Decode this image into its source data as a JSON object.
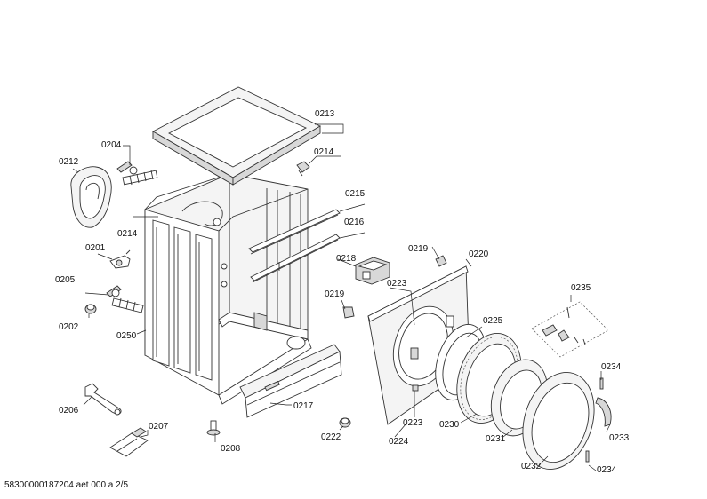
{
  "diagram": {
    "labels": {
      "l0213": "0213",
      "l0204": "0204",
      "l0212": "0212",
      "l0214a": "0214",
      "l0214b": "0214",
      "l0215": "0215",
      "l0216": "0216",
      "l0201": "0201",
      "l0219a": "0219",
      "l0220": "0220",
      "l0218": "0218",
      "l0205": "0205",
      "l0223a": "0223",
      "l0235": "0235",
      "l0219b": "0219",
      "l0225": "0225",
      "l0202": "0202",
      "l0250": "0250",
      "l0234a": "0234",
      "l0206": "0206",
      "l0217": "0217",
      "l0223b": "0223",
      "l0230": "0230",
      "l0233": "0233",
      "l0207": "0207",
      "l0222": "0222",
      "l0224": "0224",
      "l0231": "0231",
      "l0208": "0208",
      "l0232": "0232",
      "l0234b": "0234"
    },
    "footer": "58300000187204 aet 000 a 2/5"
  }
}
